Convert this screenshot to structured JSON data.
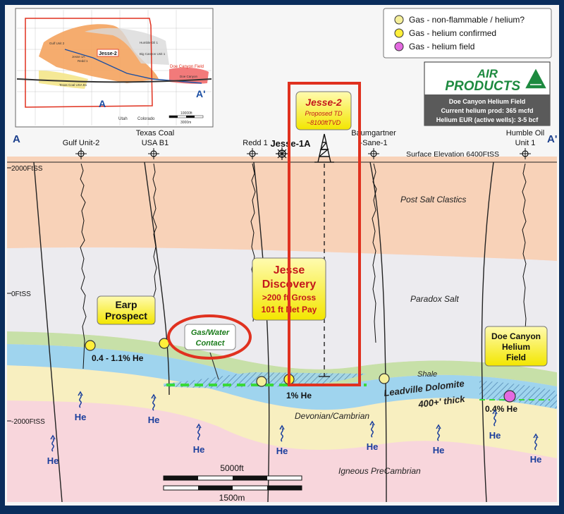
{
  "legend": {
    "items": [
      {
        "label": "Gas - non-flammable / helium?",
        "color": "#f5ef9a"
      },
      {
        "label": "Gas - helium confirmed",
        "color": "#ffef3a"
      },
      {
        "label": "Gas - helium field",
        "color": "#e36ae0"
      }
    ]
  },
  "company": {
    "logo_line1": "AIR",
    "logo_line2": "PRODUCTS",
    "field_title": "Doe Canyon Helium Field",
    "line_prod": "Current helium prod: 365 mcfd",
    "line_eur": "Helium EUR (active wells): 3-5 bcf"
  },
  "inset_map": {
    "well_label": "Jesse-2",
    "field_label": "Doe Canyon Field",
    "a_label": "A",
    "a_prime_label": "A'",
    "state_left": "Utah",
    "state_right": "Colorado",
    "scale1": "10000ft",
    "scale2": "3000m",
    "wells_small": [
      "Gulf Unit 2",
      "Texas Coal USA B1",
      "Redd 1",
      "Jesse 1A",
      "Big Canyon Unit 1",
      "Humble Oil 1",
      "Doe Canyon"
    ]
  },
  "section": {
    "a_left": "A",
    "a_right": "A'",
    "surface_elev": "Surface Elevation 6400FtSS",
    "depth_labels": [
      "2000FtSS",
      "0FtSS",
      "-2000FtSS"
    ],
    "wells": [
      {
        "line1": "Gulf Unit-2",
        "line2": ""
      },
      {
        "line1": "Texas Coal",
        "line2": "USA B1"
      },
      {
        "line1": "Redd 1",
        "line2": ""
      },
      {
        "line1": "Jesse-1A",
        "line2": ""
      },
      {
        "line1": "Baumgartner",
        "line2": "-Sane-1"
      },
      {
        "line1": "Humble Oil",
        "line2": "Unit 1"
      }
    ],
    "units": {
      "post_salt": "Post Salt Clastics",
      "paradox": "Paradox Salt",
      "shale": "Shale",
      "leadville": "Leadville Dolomite",
      "leadville2": "400+' thick",
      "devonian": "Devonian/Cambrian",
      "igneous": "Igneous PreCambrian"
    },
    "callouts": {
      "jesse2_title": "Jesse-2",
      "jesse2_l1": "Proposed TD",
      "jesse2_l2": "~8100ftTVD",
      "discovery_l1": "Jesse",
      "discovery_l2": "Discovery",
      "discovery_l3": ">200 ft Gross",
      "discovery_l4": "101 ft Net Pay",
      "earp_l1": "Earp",
      "earp_l2": "Prospect",
      "contact_l1": "Gas/Water",
      "contact_l2": "Contact",
      "doe_l1": "Doe Canyon",
      "doe_l2": "Helium",
      "doe_l3": "Field"
    },
    "he_values": {
      "earp": "0.4 - 1.1% He",
      "jesse": "1% He",
      "doe": "0.4% He"
    },
    "he_label": "He",
    "scale_ft": "5000ft",
    "scale_m": "1500m"
  }
}
